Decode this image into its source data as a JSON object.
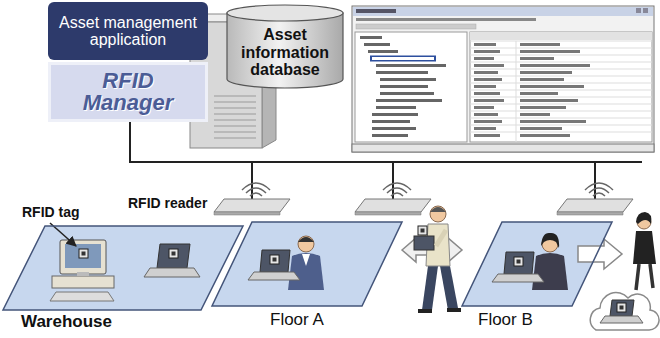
{
  "diagram": {
    "nodes": [
      {
        "text": [
          "Asset management application"
        ]
      },
      {
        "text": [
          "RFID Manager"
        ]
      },
      {
        "text": [
          "Asset information database"
        ]
      },
      {
        "text": [
          "Warehouse"
        ]
      },
      {
        "text": [
          "Floor A"
        ]
      },
      {
        "text": [
          "Floor B"
        ]
      }
    ],
    "edges": [
      {
        "from": 4,
        "to": 5,
        "arrow": "both"
      }
    ],
    "labels": [
      "RFID tag",
      "RFID reader"
    ]
  }
}
